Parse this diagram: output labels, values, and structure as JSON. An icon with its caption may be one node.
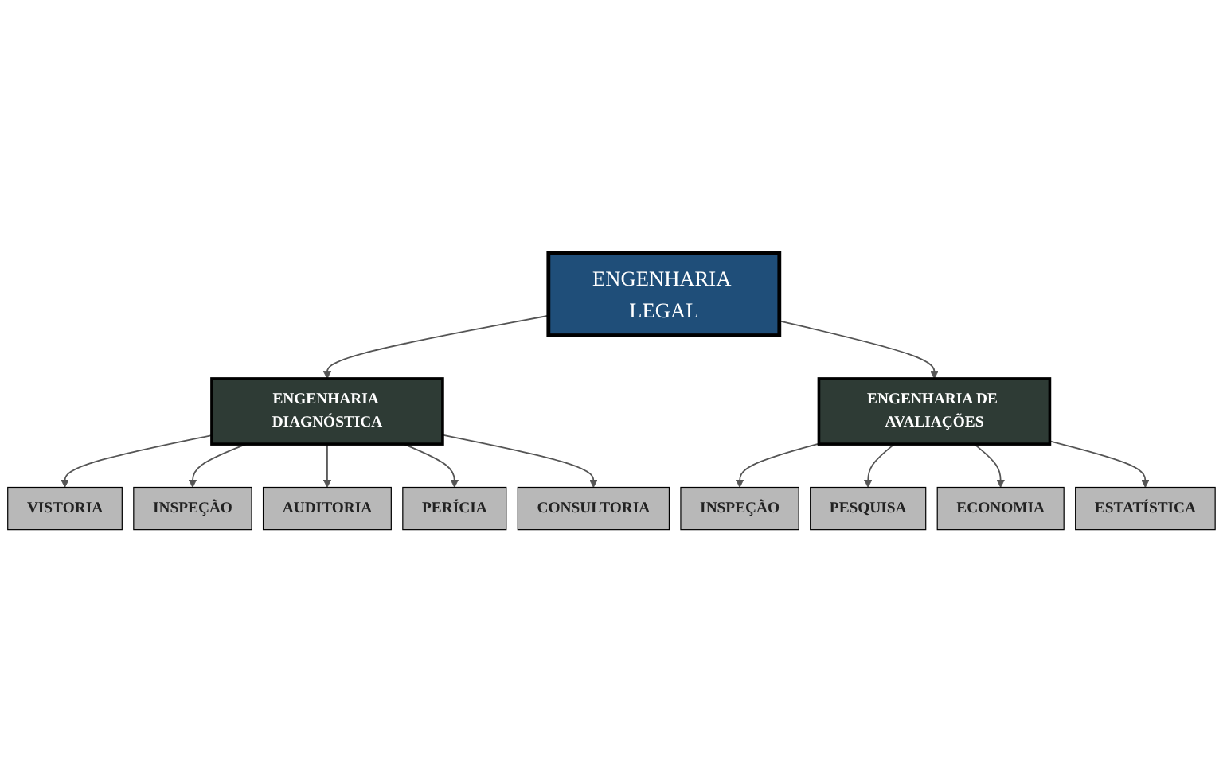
{
  "diagram": {
    "nodes": [
      {
        "text": [
          "ENGENHARIA LEGAL"
        ]
      },
      {
        "text": [
          "ENGENHARIA DIAGNÓSTICA"
        ]
      },
      {
        "text": [
          "ENGENHARIA DE AVALIAÇÕES"
        ]
      },
      {
        "text": [
          "VISTORIA"
        ]
      },
      {
        "text": [
          "INSPEÇÃO"
        ]
      },
      {
        "text": [
          "AUDITORIA"
        ]
      },
      {
        "text": [
          "PERÍCIA"
        ]
      },
      {
        "text": [
          "CONSULTORIA"
        ]
      },
      {
        "text": [
          "INSPEÇÃO"
        ]
      },
      {
        "text": [
          "PESQUISA"
        ]
      },
      {
        "text": [
          "ECONOMIA"
        ]
      },
      {
        "text": [
          "ESTATÍSTICA"
        ]
      }
    ],
    "edges": [
      {
        "from": 0,
        "to": 1,
        "arrow": "to"
      },
      {
        "from": 0,
        "to": 2,
        "arrow": "to"
      },
      {
        "from": 1,
        "to": 3,
        "arrow": "to"
      },
      {
        "from": 1,
        "to": 4,
        "arrow": "to"
      },
      {
        "from": 1,
        "to": 5,
        "arrow": "to"
      },
      {
        "from": 1,
        "to": 6,
        "arrow": "to"
      },
      {
        "from": 1,
        "to": 7,
        "arrow": "to"
      },
      {
        "from": 2,
        "to": 8,
        "arrow": "to"
      },
      {
        "from": 2,
        "to": 9,
        "arrow": "to"
      },
      {
        "from": 2,
        "to": 10,
        "arrow": "to"
      },
      {
        "from": 2,
        "to": 11,
        "arrow": "to"
      }
    ]
  }
}
